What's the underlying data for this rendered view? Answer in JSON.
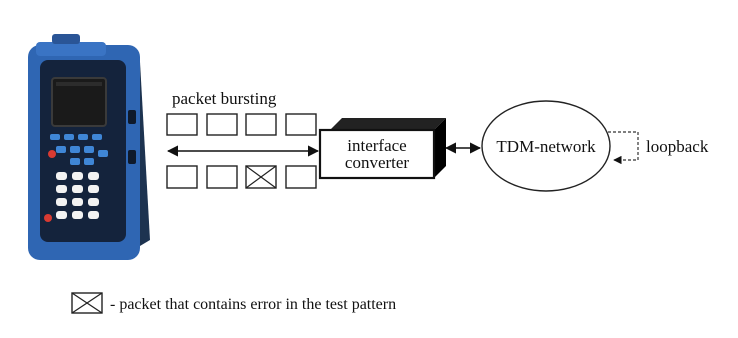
{
  "labels": {
    "packet_bursting": "packet bursting",
    "converter_line1": "interface",
    "converter_line2": "converter",
    "network": "TDM-network",
    "loopback": "loopback",
    "legend_text": "- packet that contains error in the test pattern"
  },
  "packets": {
    "top_row": [
      "normal",
      "normal",
      "normal",
      "normal"
    ],
    "bottom_row": [
      "normal",
      "normal",
      "error",
      "normal"
    ]
  },
  "colors": {
    "device_body": "#2f66b3",
    "device_dark": "#14233c",
    "screen": "#1a1a1a",
    "keypad_blue": "#3f86d6",
    "keypad_white": "#f2f2f2",
    "key_red": "#d83a32",
    "ink": "#111111"
  },
  "icons": {
    "device": "handheld-tester-icon",
    "error_packet": "crossed-box-icon"
  }
}
